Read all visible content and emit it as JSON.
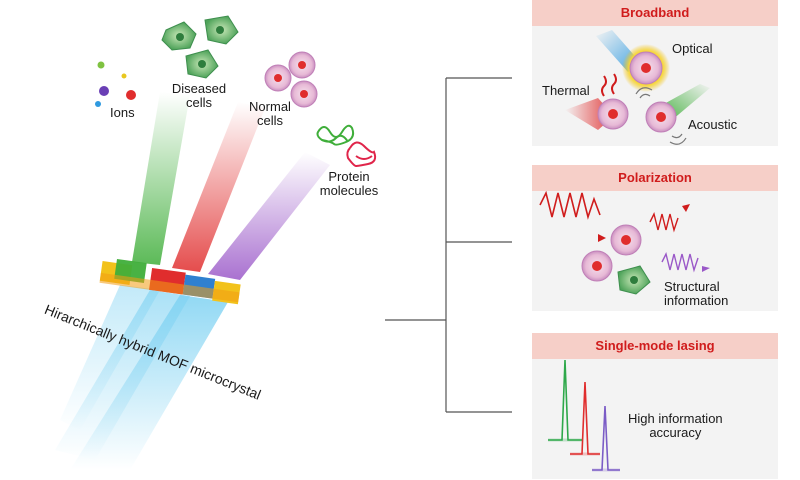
{
  "sources": {
    "ions": "Ions",
    "diseased_cells": [
      "Diseased",
      "cells"
    ],
    "normal_cells": [
      "Normal",
      "cells"
    ],
    "protein_molecules": [
      "Protein",
      "molecules"
    ]
  },
  "crystal_label": "Hirarchically hybrid MOF microcrystal",
  "panels": {
    "broadband": {
      "title": "Broadband",
      "labels": {
        "optical": "Optical",
        "thermal": "Thermal",
        "acoustic": "Acoustic"
      }
    },
    "polarization": {
      "title": "Polarization",
      "labels": [
        "Structural",
        "information"
      ]
    },
    "lasing": {
      "title": "Single-mode lasing",
      "labels": [
        "High information",
        "accuracy"
      ]
    }
  },
  "colors": {
    "green": "#3fae3a",
    "red": "#e02d2d",
    "purple": "#9a58c8",
    "blue": "#2f80d0",
    "yellow": "#f2c21b",
    "orange": "#f39c12",
    "panel_title": "#d01c1c",
    "panel_head_bg": "#f6cfc8",
    "panel_bg": "#f3f3f3"
  }
}
